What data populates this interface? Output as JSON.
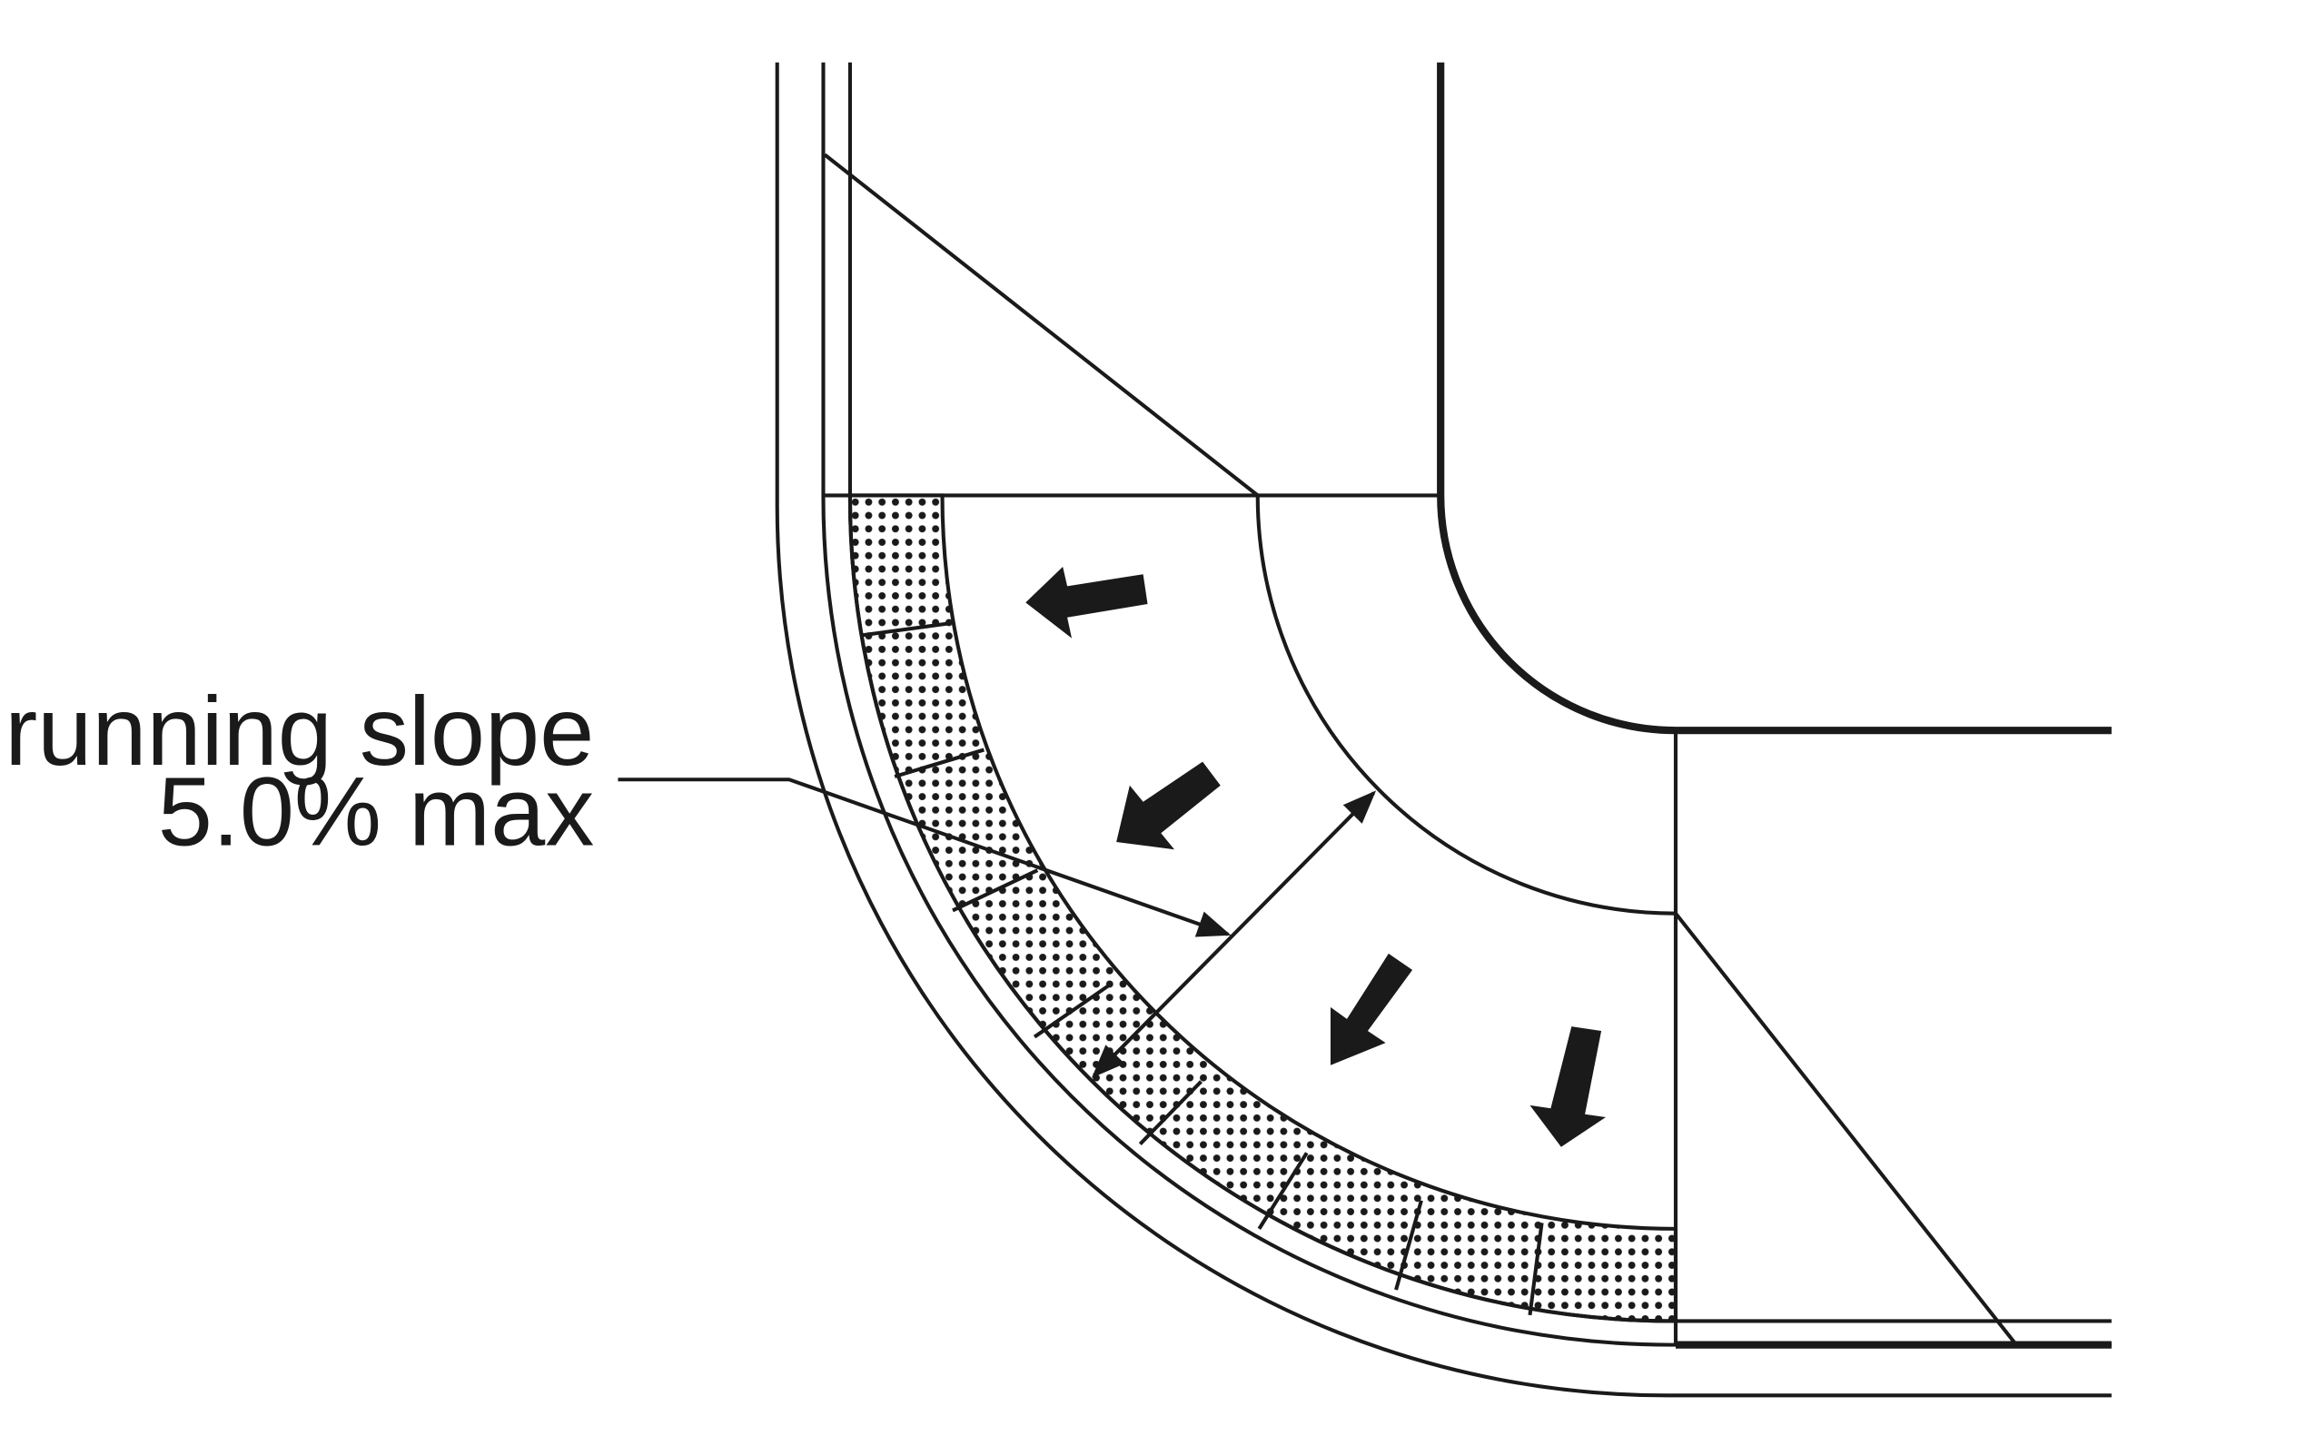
{
  "diagram": {
    "callout": {
      "line1": "running slope",
      "line2": "5.0% max"
    },
    "colors": {
      "ink": "#1a1a1a",
      "background": "#ffffff"
    },
    "legend_semantics": {
      "dotted_band": "detectable warning surface",
      "arrows": "direction of slope"
    }
  }
}
